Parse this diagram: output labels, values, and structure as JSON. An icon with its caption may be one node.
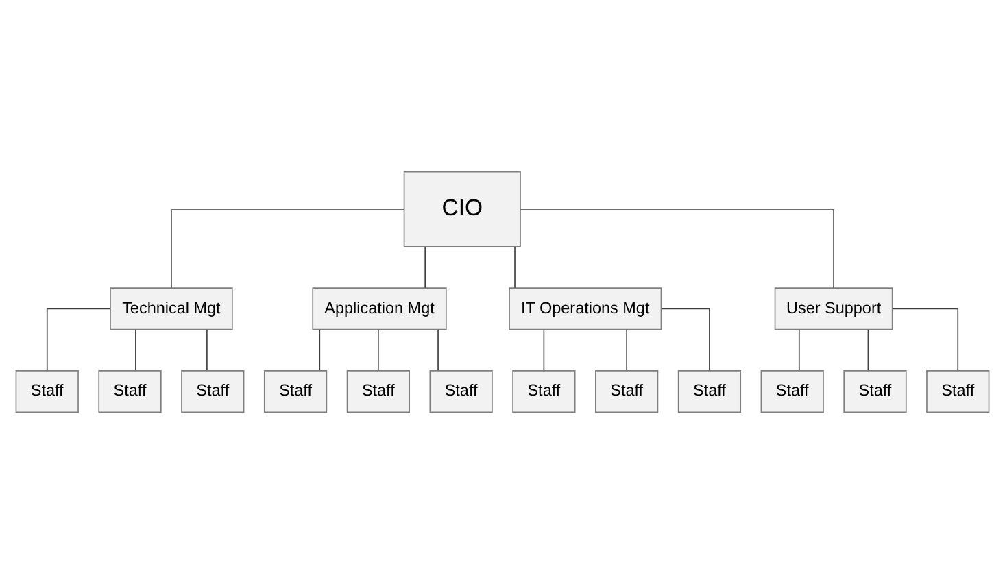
{
  "diagram": {
    "nodes": [
      {
        "text": [
          "CIO"
        ]
      },
      {
        "text": [
          "Technical Mgt"
        ]
      },
      {
        "text": [
          "Application Mgt"
        ]
      },
      {
        "text": [
          "IT Operations Mgt"
        ]
      },
      {
        "text": [
          "User Support"
        ]
      },
      {
        "text": [
          "Staff"
        ]
      },
      {
        "text": [
          "Staff"
        ]
      },
      {
        "text": [
          "Staff"
        ]
      },
      {
        "text": [
          "Staff"
        ]
      },
      {
        "text": [
          "Staff"
        ]
      },
      {
        "text": [
          "Staff"
        ]
      },
      {
        "text": [
          "Staff"
        ]
      },
      {
        "text": [
          "Staff"
        ]
      },
      {
        "text": [
          "Staff"
        ]
      },
      {
        "text": [
          "Staff"
        ]
      },
      {
        "text": [
          "Staff"
        ]
      },
      {
        "text": [
          "Staff"
        ]
      }
    ],
    "edges": [
      {
        "from": 0,
        "to": 1,
        "arrow": "none"
      },
      {
        "from": 0,
        "to": 2,
        "arrow": "none"
      },
      {
        "from": 0,
        "to": 3,
        "arrow": "none"
      },
      {
        "from": 0,
        "to": 4,
        "arrow": "none"
      },
      {
        "from": 1,
        "to": 5,
        "arrow": "none"
      },
      {
        "from": 1,
        "to": 6,
        "arrow": "none"
      },
      {
        "from": 1,
        "to": 7,
        "arrow": "none"
      },
      {
        "from": 2,
        "to": 8,
        "arrow": "none"
      },
      {
        "from": 2,
        "to": 9,
        "arrow": "none"
      },
      {
        "from": 2,
        "to": 10,
        "arrow": "none"
      },
      {
        "from": 3,
        "to": 11,
        "arrow": "none"
      },
      {
        "from": 3,
        "to": 12,
        "arrow": "none"
      },
      {
        "from": 3,
        "to": 13,
        "arrow": "none"
      },
      {
        "from": 4,
        "to": 14,
        "arrow": "none"
      },
      {
        "from": 4,
        "to": 15,
        "arrow": "none"
      },
      {
        "from": 4,
        "to": 16,
        "arrow": "none"
      }
    ]
  }
}
